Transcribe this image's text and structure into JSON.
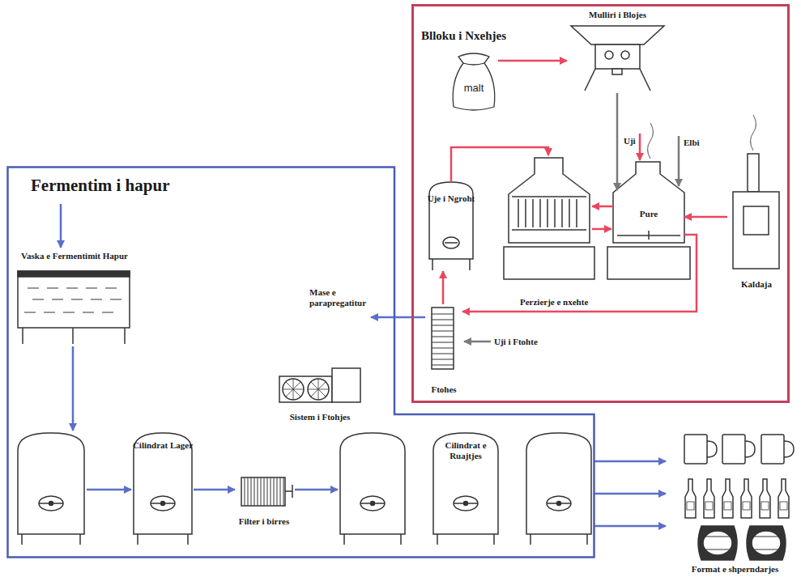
{
  "diagram": {
    "nodes": [
      {
        "text": [
          "Blloku i Nxehjes"
        ]
      },
      {
        "text": [
          "malt"
        ],
        "in": 0
      },
      {
        "text": [
          "Mulliri i Blojes"
        ],
        "in": 0
      },
      {
        "text": [
          "Uje i Ngroht"
        ],
        "in": 0
      },
      {
        "text": [
          "Pure"
        ],
        "in": 0
      },
      {
        "text": [
          "Kaldaja"
        ],
        "in": 0
      },
      {
        "text": [
          "Ftohes"
        ],
        "in": 0
      },
      {
        "text": [
          "Fermentim i hapur"
        ]
      },
      {
        "text": [
          "Vaska e Fermentimit Hapur"
        ],
        "in": 7
      },
      {
        "text": [
          "Cilindrat Lager"
        ],
        "in": 7
      },
      {
        "text": [
          "Filter i birres"
        ],
        "in": 7
      },
      {
        "text": [
          "Sistem i Ftohjes"
        ],
        "in": 7
      },
      {
        "text": [
          "Cilindrat e Ruajtjes"
        ],
        "in": 7
      },
      {
        "text": [
          "Format e shperndarjes"
        ]
      }
    ],
    "edges": [
      {
        "from": 1,
        "to": 2,
        "arrow": "to"
      },
      {
        "from": 2,
        "to": 4,
        "arrow": "to"
      },
      {
        "from": 5,
        "to": 4,
        "arrow": "to"
      },
      {
        "from": 6,
        "to": 3,
        "arrow": "to"
      },
      {
        "from": 4,
        "to": 6,
        "label": "Perzierje e nxehte",
        "arrow": "to"
      },
      {
        "from": 9,
        "to": 10,
        "arrow": "to"
      }
    ],
    "labels": [
      "Uji",
      "Elbi",
      "Mase e parapregatitur",
      "Uji i Ftohte"
    ]
  }
}
